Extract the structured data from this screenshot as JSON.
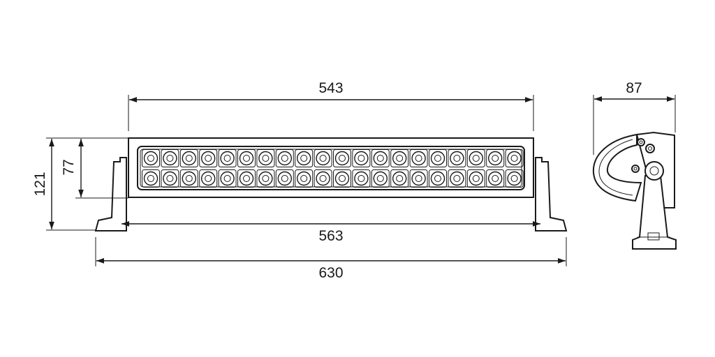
{
  "dimensions": {
    "overall_length": "630",
    "bracket_span": "563",
    "housing_length": "543",
    "side_depth": "87",
    "total_height": "121",
    "housing_height": "77"
  },
  "led_grid": {
    "rows": 2,
    "columns": 20
  },
  "colors": {
    "line": "#1a1a1a",
    "background": "#ffffff"
  }
}
